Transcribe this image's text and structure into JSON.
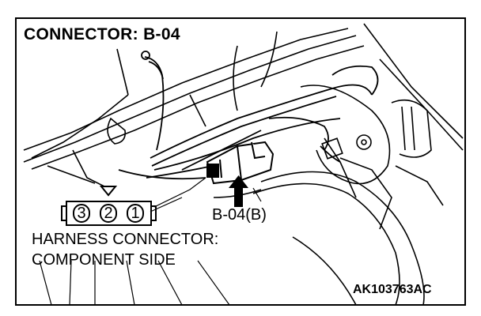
{
  "diagram": {
    "title": "CONNECTOR: B-04",
    "connector_callout": "B-04(B)",
    "harness_label_line1": "HARNESS CONNECTOR:",
    "harness_label_line2": "COMPONENT SIDE",
    "figure_code": "AK103763AC",
    "pins": [
      "3",
      "2",
      "1"
    ],
    "colors": {
      "line": "#000000",
      "background": "#ffffff"
    }
  }
}
